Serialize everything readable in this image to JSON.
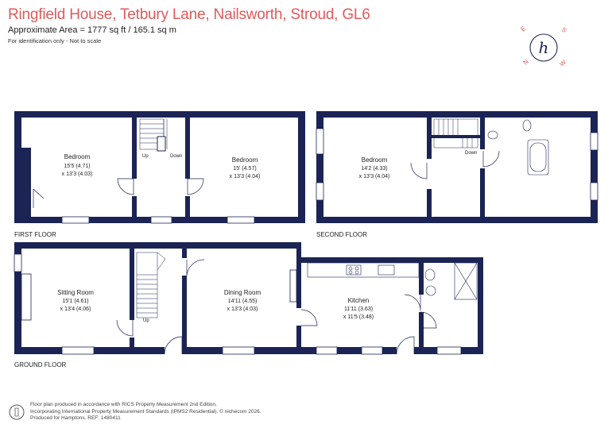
{
  "header": {
    "title": "Ringfield House, Tetbury Lane, Nailsworth, Stroud, GL6",
    "area": "Approximate Area = 1777 sq ft / 165.1 sq m",
    "note": "For identification only - Not to scale"
  },
  "logo": {
    "letter": "h",
    "compass": [
      "N",
      "S",
      "W",
      "E"
    ]
  },
  "floors": {
    "first": "FIRST FLOOR",
    "second": "SECOND FLOOR",
    "ground": "GROUND FLOOR"
  },
  "rooms": {
    "ff_bed1": {
      "name": "Bedroom",
      "dim1": "15'5 (4.71)",
      "dim2": "x 13'3 (4.03)"
    },
    "ff_bed2": {
      "name": "Bedroom",
      "dim1": "15' (4.57)",
      "dim2": "x 13'3 (4.04)"
    },
    "sf_bed": {
      "name": "Bedroom",
      "dim1": "14'2 (4.33)",
      "dim2": "x 13'3 (4.04)"
    },
    "gf_sitting": {
      "name": "Sitting Room",
      "dim1": "15'1 (4.61)",
      "dim2": "x 13'4 (4.06)"
    },
    "gf_dining": {
      "name": "Dining Room",
      "dim1": "14'11 (4.55)",
      "dim2": "x 13'3 (4.03)"
    },
    "gf_kitchen": {
      "name": "Kitchen",
      "dim1": "11'11 (3.63)",
      "dim2": "x 11'5 (3.48)"
    }
  },
  "stairs": {
    "ff_up": "Up",
    "ff_down": "Down",
    "sf_down": "Down",
    "gf_up": "Up"
  },
  "footer": {
    "line1": "Floor plan produced in accordance with RICS Property Measurement 2nd Edition,",
    "line2": "Incorporating International Property Measurement Standards (IPMS2 Residential).  © nichecom 2026.",
    "line3": "Produced for Hamptons.    REF: 1480411"
  },
  "colors": {
    "wall": "#1b2454",
    "title": "#e05a5a",
    "text": "#222222"
  }
}
